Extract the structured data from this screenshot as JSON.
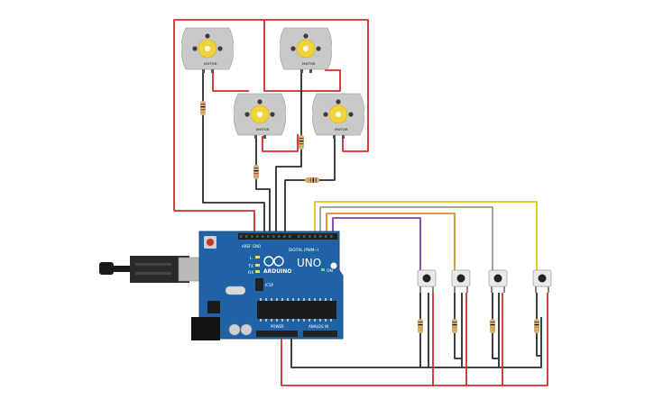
{
  "colors": {
    "wire_power": "#d42a2a",
    "wire_ground": "#2b2b2b",
    "wire_yellow": "#e7c21b",
    "wire_gray": "#9a9a9a",
    "wire_orange": "#e08a1e",
    "wire_purple": "#7e3fa0",
    "board_blue": "#1f63a6",
    "motor_body": "#c9c9c9",
    "motor_hub": "#f1d43c"
  },
  "board": {
    "brand": "ARDUINO",
    "model": "UNO",
    "on_label": "ON",
    "digital_label": "DIGITAL (PWM~)",
    "power_label": "POWER",
    "analog_label": "ANALOG IN",
    "tx_label": "TX",
    "rx_label": "RX",
    "l_label": "L",
    "icsp_label": "ICSP",
    "aref_label": "AREF",
    "gnd_label": "GND"
  },
  "motors": [
    {
      "id": "motor-1",
      "label": "MOTOR"
    },
    {
      "id": "motor-2",
      "label": "MOTOR"
    },
    {
      "id": "motor-3",
      "label": "MOTOR"
    },
    {
      "id": "motor-4",
      "label": "MOTOR"
    }
  ],
  "buttons": [
    {
      "id": "button-1"
    },
    {
      "id": "button-2"
    },
    {
      "id": "button-3"
    },
    {
      "id": "button-4"
    }
  ]
}
